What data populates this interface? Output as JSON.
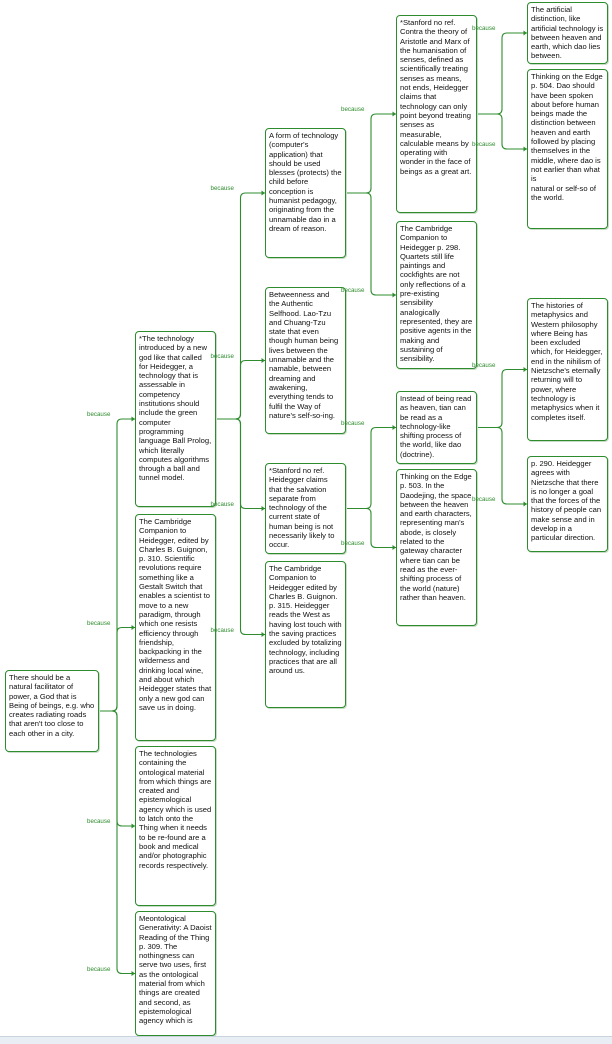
{
  "edge_label": "because",
  "colors": {
    "line": "#2e8b2e",
    "node_border": "#2e8b2e",
    "label": "#2e8b2e"
  },
  "nodes": {
    "root": "There should be a natural facilitator of power, a God that is Being of beings, e.g. who creates radiating roads that aren't too close to each other in a city.",
    "technology_god": "*The technology introduced by a new god like that called for Heidegger, a technology that is assessable in competency institutions should include the green computer programming language Ball Prolog, which literally computes algorithms through a ball and tunnel model.",
    "cambridge_310": "The Cambridge Companion to Heidegger, edited by Charles B. Guignon, p. 310. Scientific revolutions require something like a Gestalt Switch that enables a scientist to move to a new paradigm, through which one resists efficiency through friendship, backpacking in the wilderness and drinking local wine, and about which Heidegger states that only a new god can save us in doing.",
    "technologies_material": "The technologies containing the ontological material from which things are created and epistemological agency which is used to latch onto the Thing when it needs to be re-found are a book and medical and/or photographic records respectively.",
    "meontological": "Meontological Generativity: A Daoist Reading of the Thing p. 309. The nothingness can serve two uses, first as the ontological material from which things are created and second, as epistemological agency which is",
    "form_of_technology": "A form of technology (computer's application) that should be used blesses (protects) the child before conception is humanist pedagogy, originating from the unnamable dao in a dream of reason.",
    "betweenness": "Betweenness and the Authentic Selfhood.  Lao-Tzu and Chuang-Tzu state that even though human being lives between the unnamable and the namable, between dreaming and awakening, everything tends to fulfil the Way of nature's self-so-ing.",
    "stanford_salvation": "*Stanford no ref. Heidegger claims that the salvation separate from technology of the current state of human being is not necessarily likely to occur.",
    "cambridge_315": "The Cambridge Companion to Heidegger edited by Charles B. Guignon. p. 315.  Heidegger reads the West  as having lost touch with the saving practices excluded by totalizing technology, including practices that are all around us.",
    "stanford_contra": "*Stanford no ref. Contra the theory of Aristotle and Marx of the humanisation of senses, defined as scientifically treating senses as means, not ends, Heidegger claims that technology can only point beyond treating senses as measurable, calculable means by operating with wonder in the face of beings as a great art.",
    "cambridge_298": "The Cambridge Companion to Heidegger p. 298. Quartets still life paintings and cockfights are not only reflections of a pre-existing sensibility analogically represented, they are positive agents in the making and sustaining of sensibility.",
    "instead_heaven": "Instead of being read as heaven, tian can be read as a technology-like shifting process of the world, like dao (doctrine).",
    "thinking_503": "Thinking on the Edge p. 503. In the Daodejing, the space between the heaven and earth characters, representing  man's abode, is closely related to the gateway character where tian can be read as the ever-shifting process of the world (nature) rather than heaven.",
    "artificial_distinction": "The artificial distinction, like artificial technology is between heaven and earth, which dao lies between.",
    "thinking_504": "Thinking on the Edge p. 504. Dao should have been spoken about before human beings made the distinction between heaven and earth followed by placing themselves in the middle, where dao is not earlier than what is\nnatural or self-so of the world.",
    "histories": "The histories of metaphysics and Western philosophy where Being has been excluded which, for Heidegger, end in the nihilism of Nietzsche's eternally returning will to power, where technology is metaphysics when it completes itself.",
    "p290": "p. 290.  Heidegger agrees with Nietzsche that there is no longer a goal that the forces of the history of people can make sense and in develop in a particular direction."
  }
}
